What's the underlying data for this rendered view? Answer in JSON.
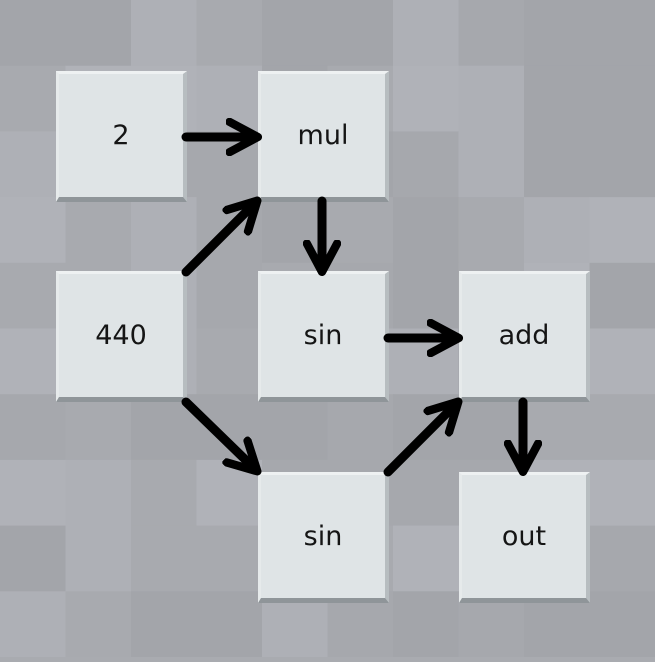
{
  "colors": {
    "tile_light": "#aeb0b6",
    "tile_dark": "#a3a5aa",
    "node_face": "#dfe4e6",
    "arrow": "#000000"
  },
  "nodes": [
    {
      "id": "n-2",
      "label": "2"
    },
    {
      "id": "n-mul",
      "label": "mul"
    },
    {
      "id": "n-440",
      "label": "440"
    },
    {
      "id": "n-sin-a",
      "label": "sin"
    },
    {
      "id": "n-add",
      "label": "add"
    },
    {
      "id": "n-sin-b",
      "label": "sin"
    },
    {
      "id": "n-out",
      "label": "out"
    }
  ],
  "edges": [
    {
      "from": "n-2",
      "to": "n-mul"
    },
    {
      "from": "n-440",
      "to": "n-mul"
    },
    {
      "from": "n-mul",
      "to": "n-sin-a"
    },
    {
      "from": "n-sin-a",
      "to": "n-add"
    },
    {
      "from": "n-440",
      "to": "n-sin-b"
    },
    {
      "from": "n-sin-b",
      "to": "n-add"
    },
    {
      "from": "n-add",
      "to": "n-out"
    }
  ]
}
